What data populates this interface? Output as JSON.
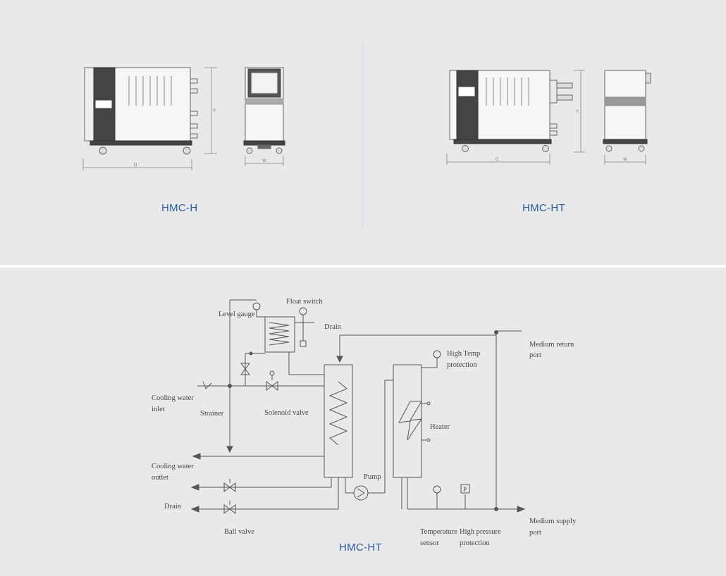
{
  "models": {
    "left_caption": "HMC-H",
    "right_caption": "HMC-HT",
    "dims": {
      "depth": "D",
      "width": "W",
      "height_left": "X",
      "height_right": "Y"
    }
  },
  "diagram": {
    "caption": "HMC-HT",
    "labels": {
      "level_gauge": "Level gauge",
      "float_switch": "Float switch",
      "drain_top": "Drain",
      "medium_return_1": "Medium return",
      "medium_return_2": "port",
      "high_temp_1": "High Temp",
      "high_temp_2": "protection",
      "cooling_inlet_1": "Cooling water",
      "cooling_inlet_2": "inlet",
      "strainer": "Strainer",
      "solenoid": "Solenoid valve",
      "heater": "Heater",
      "cooling_outlet_1": "Cooling water",
      "cooling_outlet_2": "outlet",
      "pump": "Pump",
      "drain_left": "Drain",
      "ball_valve": "Ball valve",
      "temp_sensor_1": "Temperature",
      "temp_sensor_2": "sensor",
      "high_pressure_1": "High pressure",
      "high_pressure_2": "protection",
      "pressure_symbol": "P",
      "medium_supply_1": "Medium supply",
      "medium_supply_2": "port"
    }
  }
}
